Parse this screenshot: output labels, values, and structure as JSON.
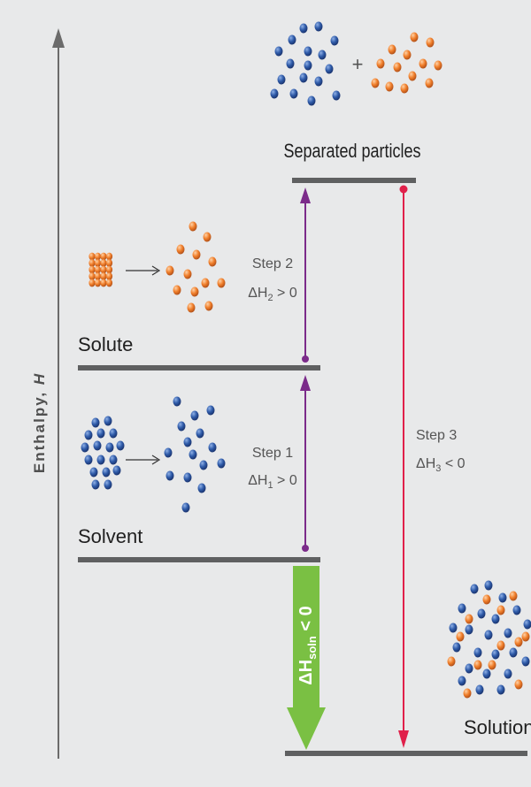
{
  "axis": {
    "label": "Enthalpy, ",
    "symbol": "H"
  },
  "levels": {
    "separated": "Separated particles",
    "solute": "Solute",
    "solvent": "Solvent",
    "solution": "Solution"
  },
  "plus": "+",
  "steps": [
    {
      "title": "Step 1",
      "delta": "ΔH",
      "sub": "1",
      "cond": " > 0"
    },
    {
      "title": "Step 2",
      "delta": "ΔH",
      "sub": "2",
      "cond": " > 0"
    },
    {
      "title": "Step 3",
      "delta": "ΔH",
      "sub": "3",
      "cond": " < 0"
    }
  ],
  "overall": {
    "delta": "ΔH",
    "sub": "soln",
    "cond": " < 0"
  },
  "colors": {
    "background": "#e8e9ea",
    "level_line": "#5f6061",
    "axis": "#6b6b6b",
    "step_arrow_purple": "#7b2b8a",
    "step3_arrow_red": "#e0204a",
    "overall_arrow_green": "#7ac043",
    "solvent_particle": "#2e5aa8",
    "solute_particle": "#f07e2a"
  }
}
